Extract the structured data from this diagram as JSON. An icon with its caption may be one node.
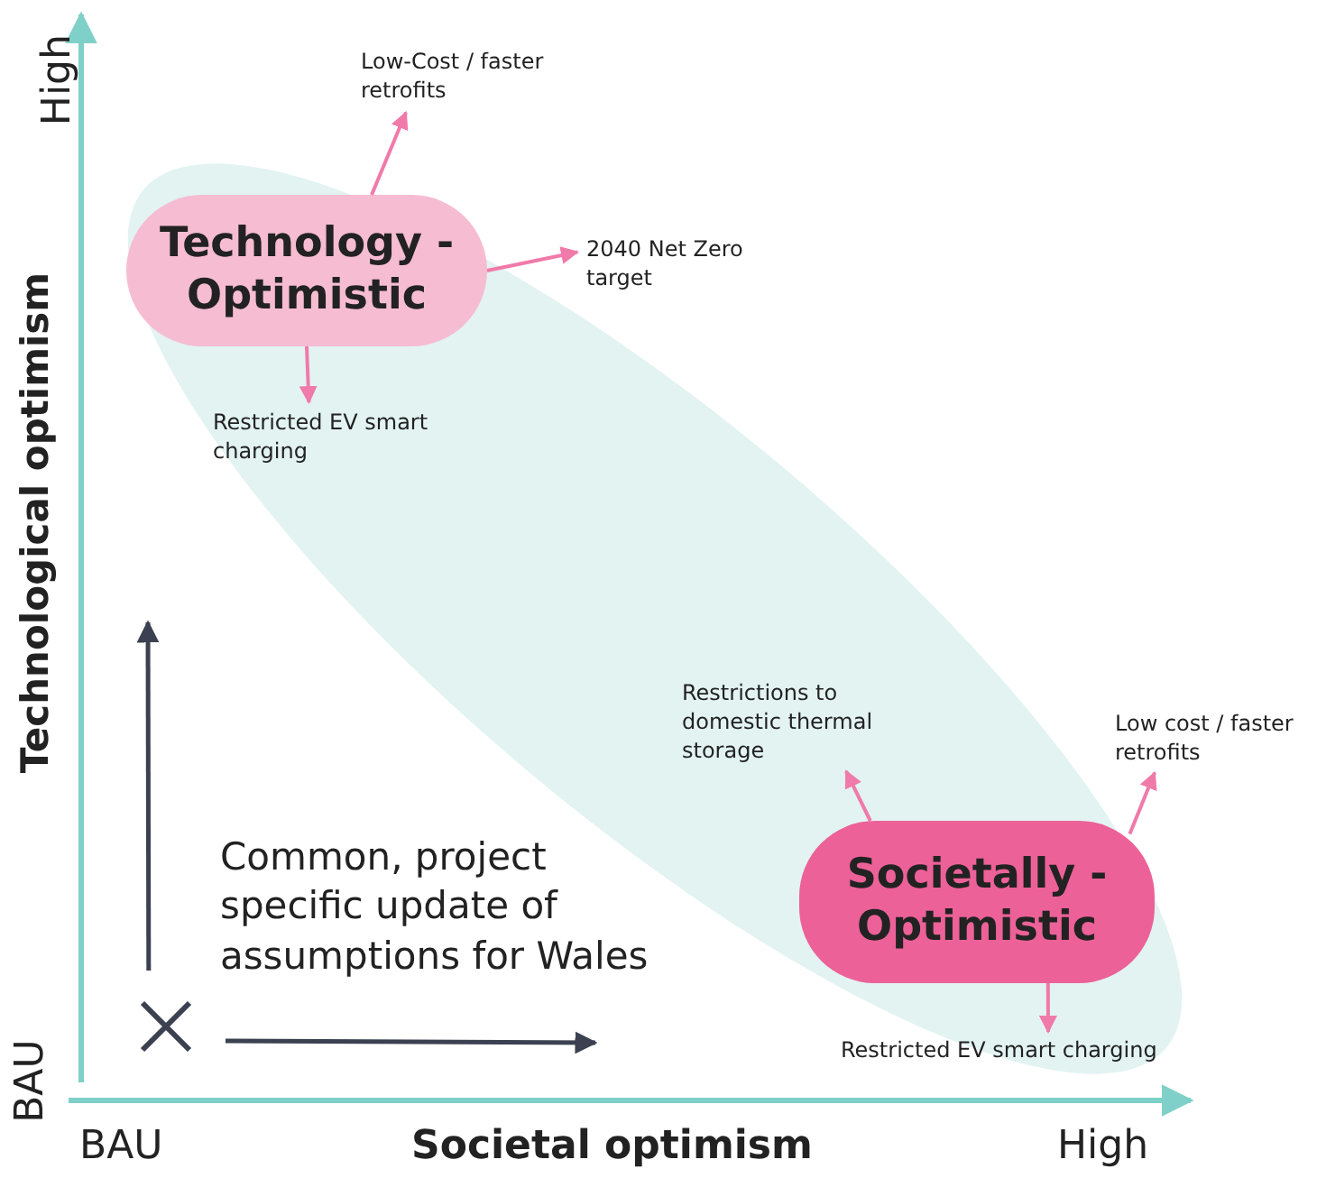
{
  "diagram": {
    "nodes": [
      {
        "text": [],
        "shape": "ellipse"
      },
      {
        "text": [
          "Technology -Optimistic"
        ],
        "in": 0
      },
      {
        "text": [
          "Low-Cost / faster retrofits"
        ]
      },
      {
        "text": [
          "2040 Net Zero target"
        ]
      },
      {
        "text": [
          "Restricted EV smart charging"
        ],
        "in": 0
      },
      {
        "text": [
          "Societally - Optimistic"
        ],
        "in": 0
      },
      {
        "text": [
          "Restrictions to domestic thermal storage"
        ],
        "in": 0
      },
      {
        "text": [
          "Low cost / faster retrofits"
        ]
      },
      {
        "text": [
          "Restricted EV smart charging"
        ],
        "in": 0
      },
      {
        "text": [],
        "shape": "cross"
      }
    ],
    "edges": [
      {
        "from": 1,
        "to": 2,
        "arrow": "to"
      },
      {
        "from": 1,
        "to": 3,
        "arrow": "to"
      },
      {
        "from": 1,
        "to": 4,
        "arrow": "to"
      },
      {
        "from": 5,
        "to": 6,
        "arrow": "to"
      },
      {
        "from": 5,
        "to": 7,
        "arrow": "to"
      },
      {
        "from": 5,
        "to": 8,
        "arrow": "to"
      },
      {
        "from": 9,
        "to": null,
        "arrow": "to",
        "color": "#3b4150"
      },
      {
        "from": 9,
        "to": null,
        "arrow": "to",
        "color": "#3b4150"
      }
    ],
    "labels": [
      "High",
      "Technological optimism",
      "BAU",
      "Common, project specific update of assumptions for Wales",
      "BAU",
      "Societal optimism",
      "High"
    ]
  }
}
